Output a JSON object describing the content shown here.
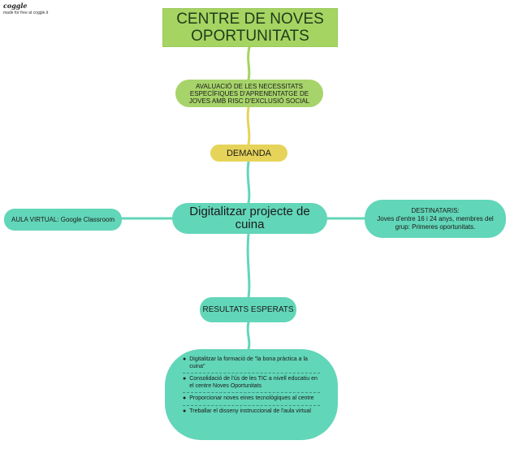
{
  "brand": {
    "logo": "coggle",
    "tagline": "made for free at coggle.it"
  },
  "title": "CENTRE DE NOVES OPORTUNITATS",
  "evaluation": "AVALUACIÓ DE LES NECESSITATS ESPECÍFIQUES D'APRENENTATGE DE JOVES AMB RISC D'EXCLUSIÓ SOCIAL",
  "demand": "DEMANDA",
  "center": "Digitalitzar projecte de cuina",
  "virtual_classroom": "AULA VIRTUAL: Google Classroom",
  "recipients": {
    "heading": "DESTINATARIS:",
    "text": "Joves d'entre 16 i 24 anys, membres del grup: Primeres oportunitats."
  },
  "results": {
    "heading": "RESULTATS ESPERATS",
    "items": [
      "Digitalitzar la formació de \"la bona pràctica a la cuina\"",
      "Consolidació de l'ús de les TIC a nivell educatiu en el centre Noves Oportunitats",
      "Proporcionar noves eines tecnològiques al centre",
      "Treballar el disseny instruccional de l'aula virtual"
    ]
  },
  "colors": {
    "green": "#a5d462",
    "teal": "#62d6b8",
    "yellow": "#e6d45a"
  }
}
